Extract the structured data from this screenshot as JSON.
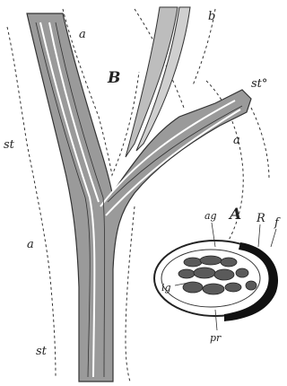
{
  "figure": {
    "labels": {
      "B": "B",
      "A": "A",
      "a_top": "a",
      "b_top": "b",
      "st_right": "st°",
      "st_left": "st",
      "a_left": "a",
      "st_bottom": "st",
      "a_right": "a",
      "ag": "ag",
      "ig": "ig",
      "pr": "pr",
      "R": "R",
      "f": "f"
    }
  }
}
